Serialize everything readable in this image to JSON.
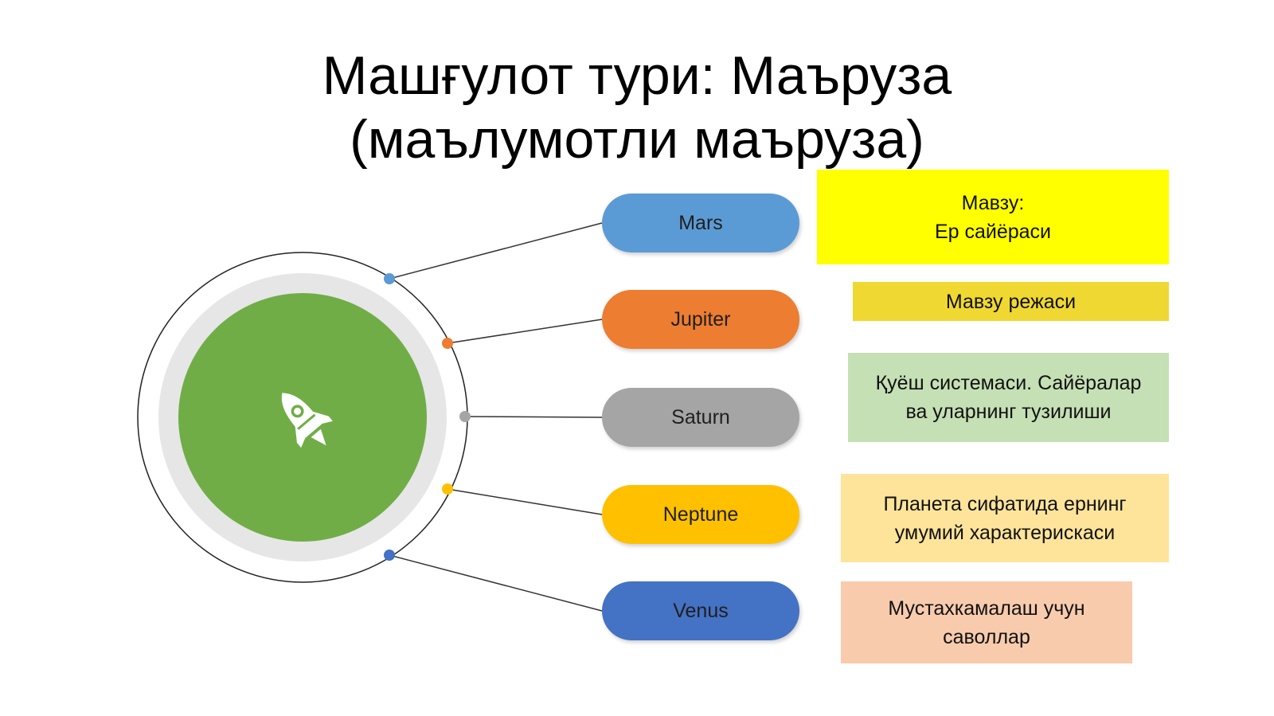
{
  "title": {
    "line1": "Машғулот тури: Маъруза",
    "line2": "(маълумотли маъруза)"
  },
  "center": {
    "icon": "rocket-icon",
    "color": "#70ad47"
  },
  "items": [
    {
      "label": "Mars",
      "color": "#5b9bd5"
    },
    {
      "label": "Jupiter",
      "color": "#ed7d31"
    },
    {
      "label": "Saturn",
      "color": "#a5a5a5"
    },
    {
      "label": "Neptune",
      "color": "#ffc000"
    },
    {
      "label": "Venus",
      "color": "#4472c4"
    }
  ],
  "boxes": [
    {
      "lines": [
        "Мавзу:",
        "Ер сайёраси"
      ],
      "color": "#ffff00"
    },
    {
      "lines": [
        "Мавзу режаси"
      ],
      "color": "#f0d832"
    },
    {
      "lines": [
        "Қуёш системаси. Сайёралар",
        "ва уларнинг тузилиши"
      ],
      "color": "#c5e0b4"
    },
    {
      "lines": [
        "Планета сифатида ернинг",
        "умумий характерискаси"
      ],
      "color": "#fde49a"
    },
    {
      "lines": [
        "Мустахкамалаш учун",
        "саволлар"
      ],
      "color": "#f8cbad"
    }
  ]
}
